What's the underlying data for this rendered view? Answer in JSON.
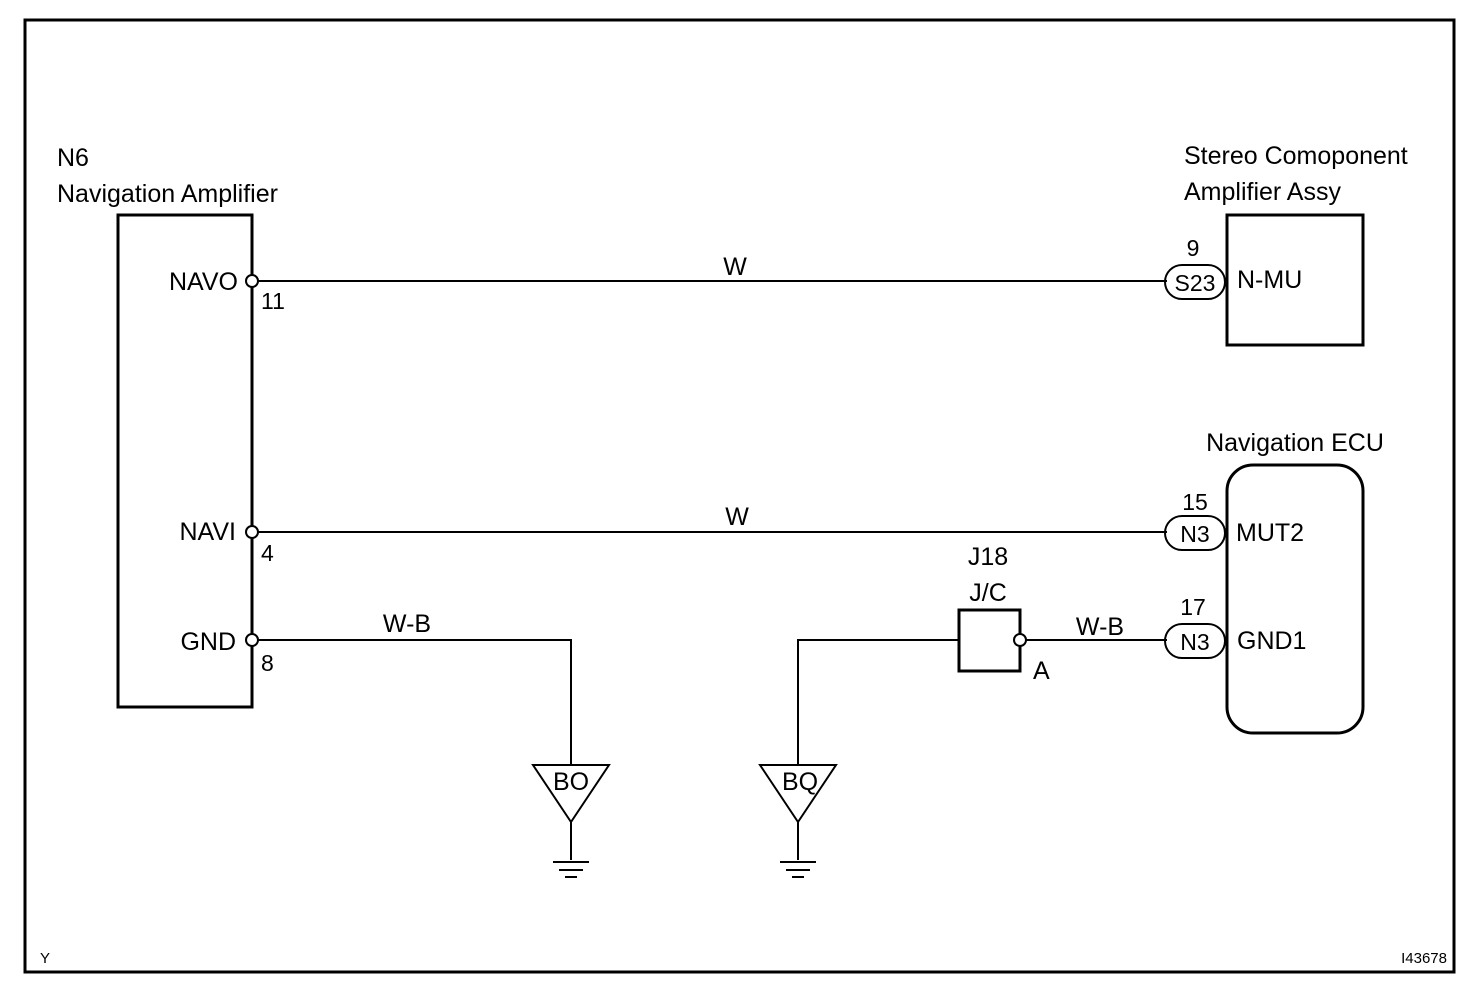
{
  "navigation_amplifier": {
    "code": "N6",
    "name": "Navigation Amplifier",
    "pins": {
      "navo": {
        "label": "NAVO",
        "number": "11"
      },
      "navi": {
        "label": "NAVI",
        "number": "4"
      },
      "gnd": {
        "label": "GND",
        "number": "8"
      }
    }
  },
  "stereo_amplifier": {
    "name_line1": "Stereo Comoponent",
    "name_line2": "Amplifier Assy",
    "pin": {
      "label": "N-MU",
      "number": "9",
      "connector": "S23"
    }
  },
  "navigation_ecu": {
    "name": "Navigation ECU",
    "pins": {
      "mut2": {
        "label": "MUT2",
        "number": "15",
        "connector": "N3"
      },
      "gnd1": {
        "label": "GND1",
        "number": "17",
        "connector": "N3"
      }
    }
  },
  "junction": {
    "code": "J18",
    "type": "J/C",
    "terminal": "A"
  },
  "wires": {
    "navo_wire": "W",
    "navi_wire": "W",
    "gnd_wire": "W-B",
    "ecu_gnd_wire": "W-B"
  },
  "grounds": {
    "left": "BO",
    "right": "BQ"
  },
  "footer": {
    "left": "Y",
    "right": "I43678"
  }
}
